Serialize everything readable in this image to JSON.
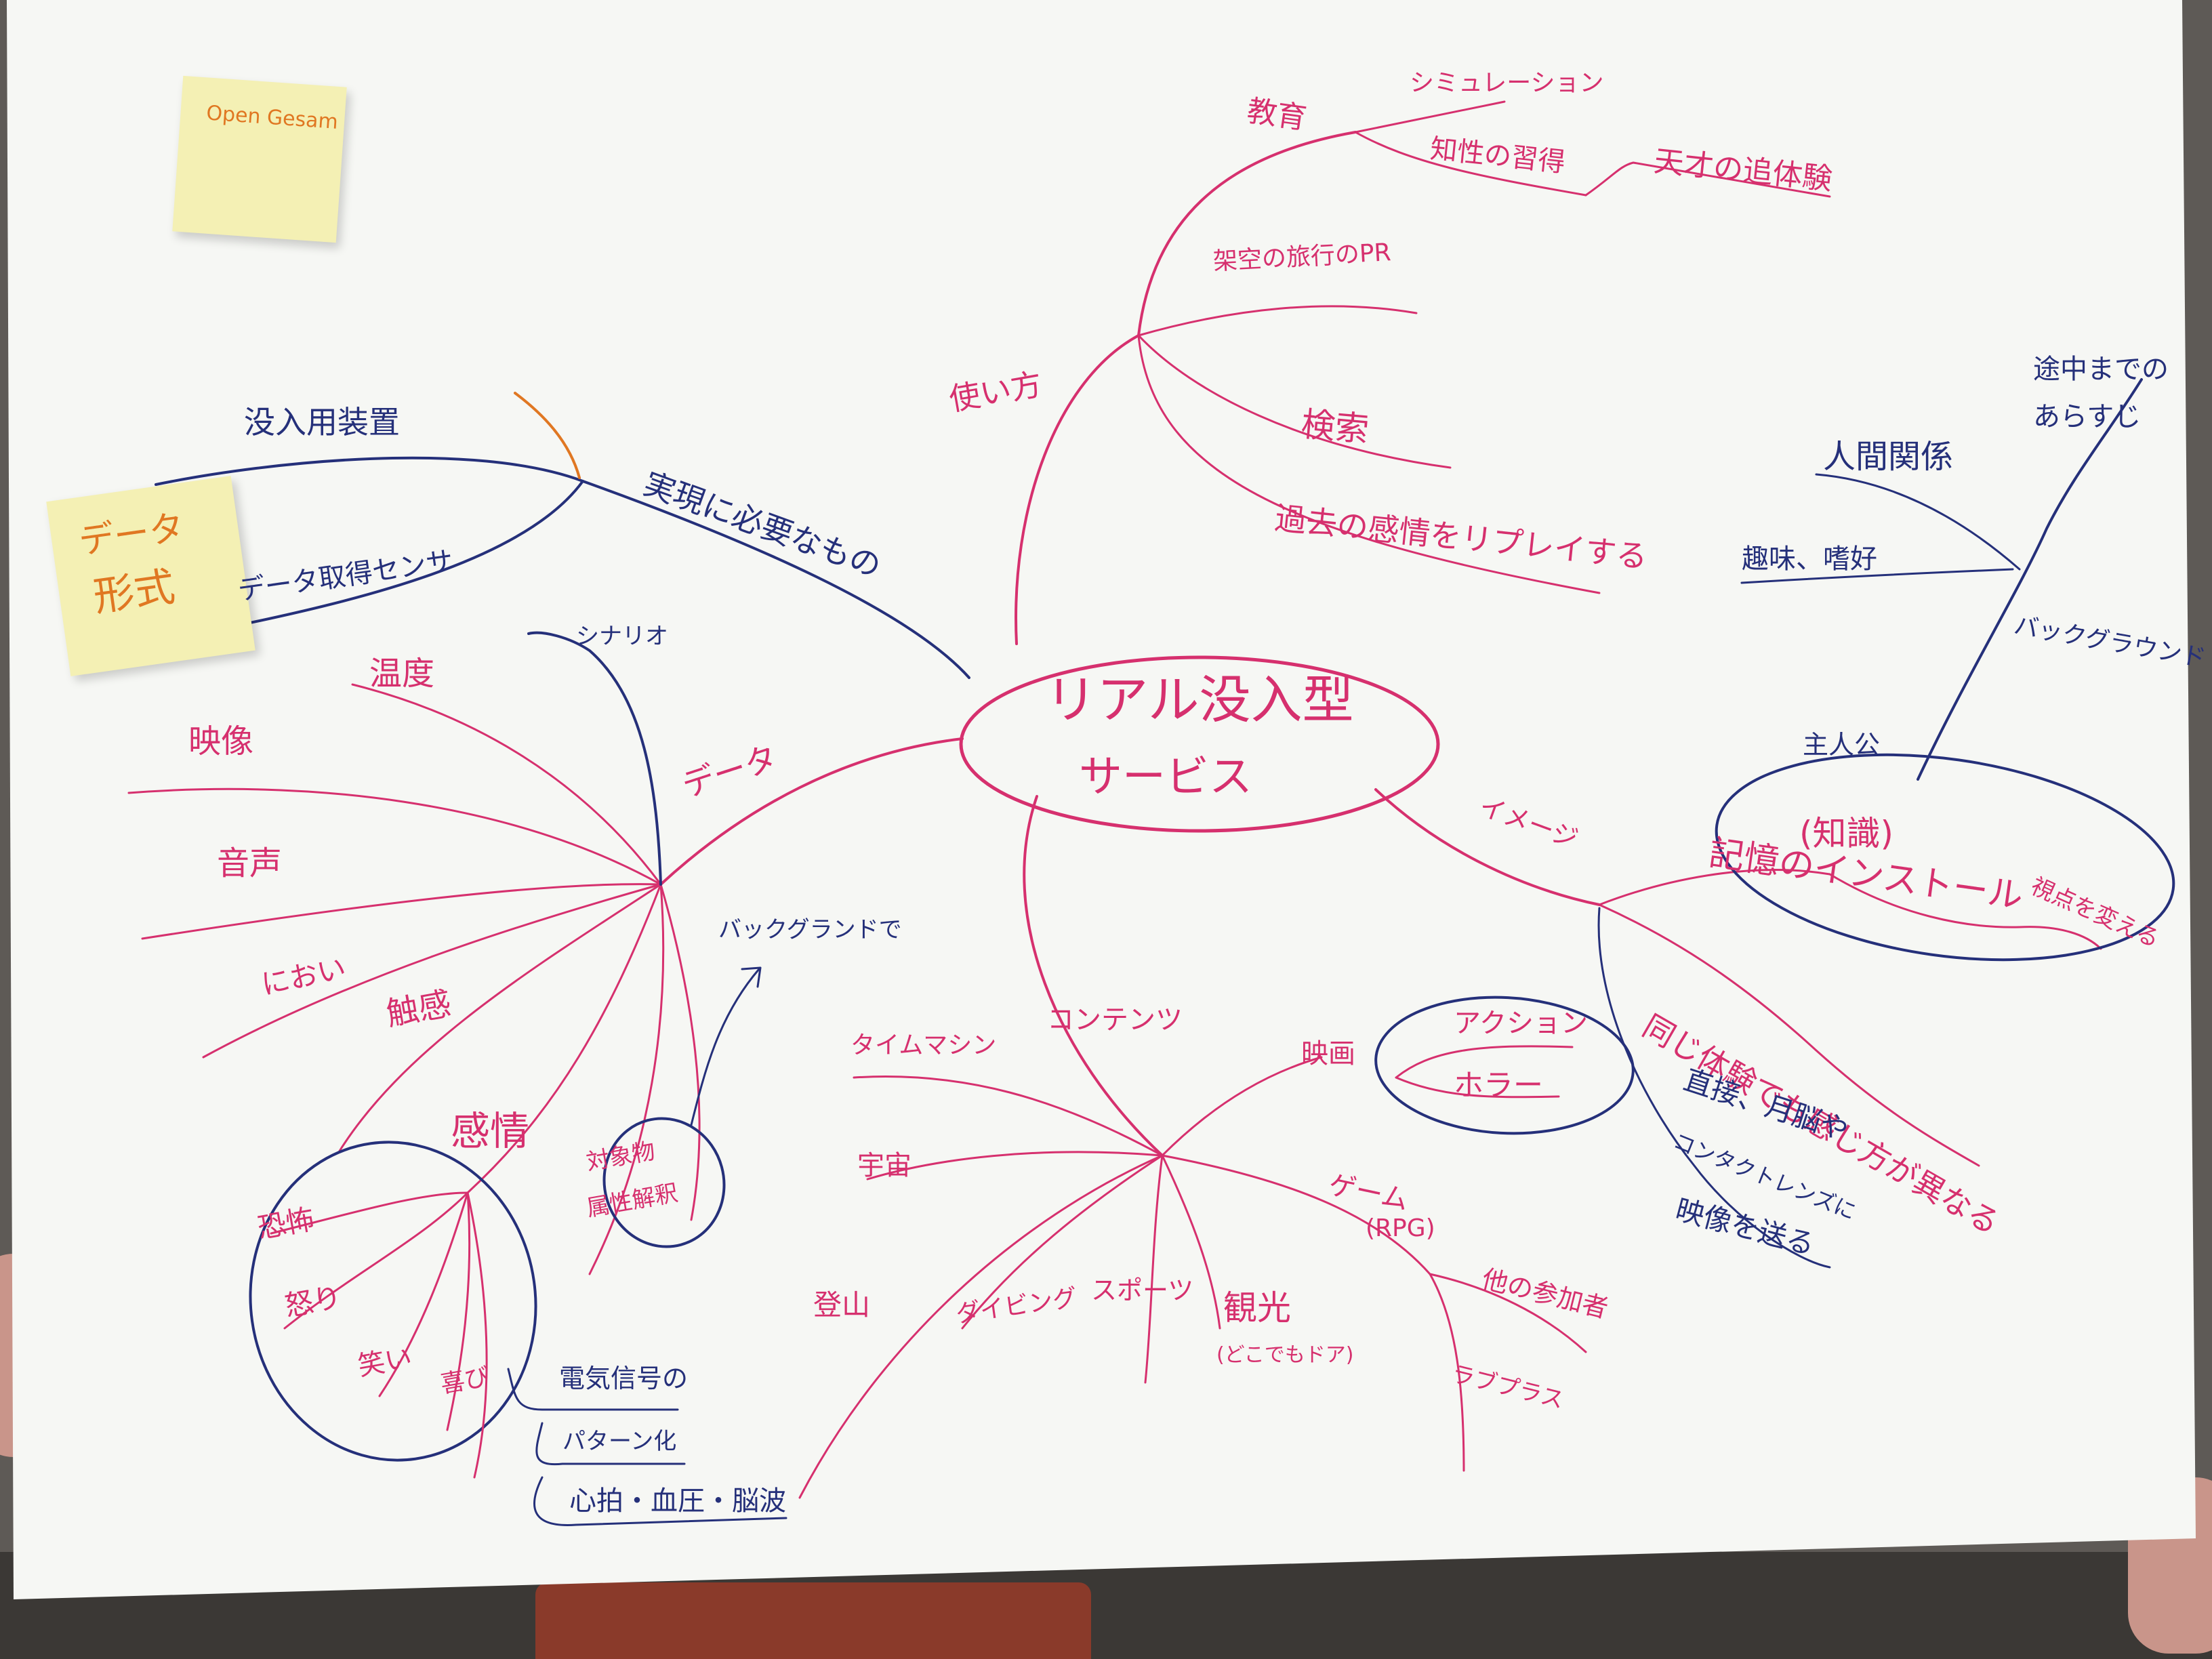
{
  "colors": {
    "paper": "#f6f7f4",
    "pink_marker": "#d6306e",
    "blue_marker": "#25307a",
    "orange_marker": "#e07722",
    "sticky_note": "#f4f0b4"
  },
  "sticky_notes": {
    "note1": "Open Gesam",
    "note2_line1": "データ",
    "note2_line2": "形式"
  },
  "center": {
    "line1": "リアル没入型",
    "line2": "サービス"
  },
  "branches": {
    "usage": {
      "label": "使い方",
      "education": "教育",
      "simulation": "シミュレーション",
      "knowledge": "知性の習得",
      "tenmoku": "天才の追体験",
      "pr": "架空の旅行のPR",
      "search": "検索",
      "replay": "過去の感情をリプレイする"
    },
    "requirements": {
      "label": "実現に必要なもの",
      "device": "没入用装置",
      "sensor": "データ取得センサ"
    },
    "data": {
      "label": "データ",
      "scenario": "シナリオ",
      "temperature": "温度",
      "video": "映像",
      "audio": "音声",
      "smell": "におい",
      "touch": "触感",
      "emotion": "感情",
      "fear": "恐怖",
      "anger": "怒り",
      "laugh": "笑い",
      "joy": "喜び",
      "signal": "電気信号の",
      "pattern": "パターン化",
      "vitals": "心拍・血圧・脳波",
      "attribute_line1": "対象物",
      "attribute_line2": "属性解釈",
      "background": "バックグランドで"
    },
    "content": {
      "label": "コンテンツ",
      "time_machine": "タイムマシン",
      "space": "宇宙",
      "climbing": "登山",
      "diving": "ダイビング",
      "sports": "スポーツ",
      "sightseeing": "観光",
      "anywhere_door": "(どこでもドア)",
      "movie": "映画",
      "action": "アクション",
      "horror": "ホラー",
      "game": "ゲーム",
      "rpg": "(RPG)",
      "other_player": "他の参加者",
      "love_plus": "ラブプラス"
    },
    "image": {
      "label": "イメージ",
      "protagonist": "主人公",
      "knowledge_paren": "(知識)",
      "memory_install": "記憶のインストール",
      "change_view": "視点を変える",
      "same_experience": "同じ体験でも感じ方が異なる",
      "direct_line1": "直接、月脳や",
      "direct_line2": "コンタクトレンズに",
      "direct_line3": "映像を送る",
      "background_label": "バックグラウンド",
      "relations": "人間関係",
      "hobby": "趣味、嗜好",
      "story_line1": "途中までの",
      "story_line2": "あらすじ"
    }
  }
}
